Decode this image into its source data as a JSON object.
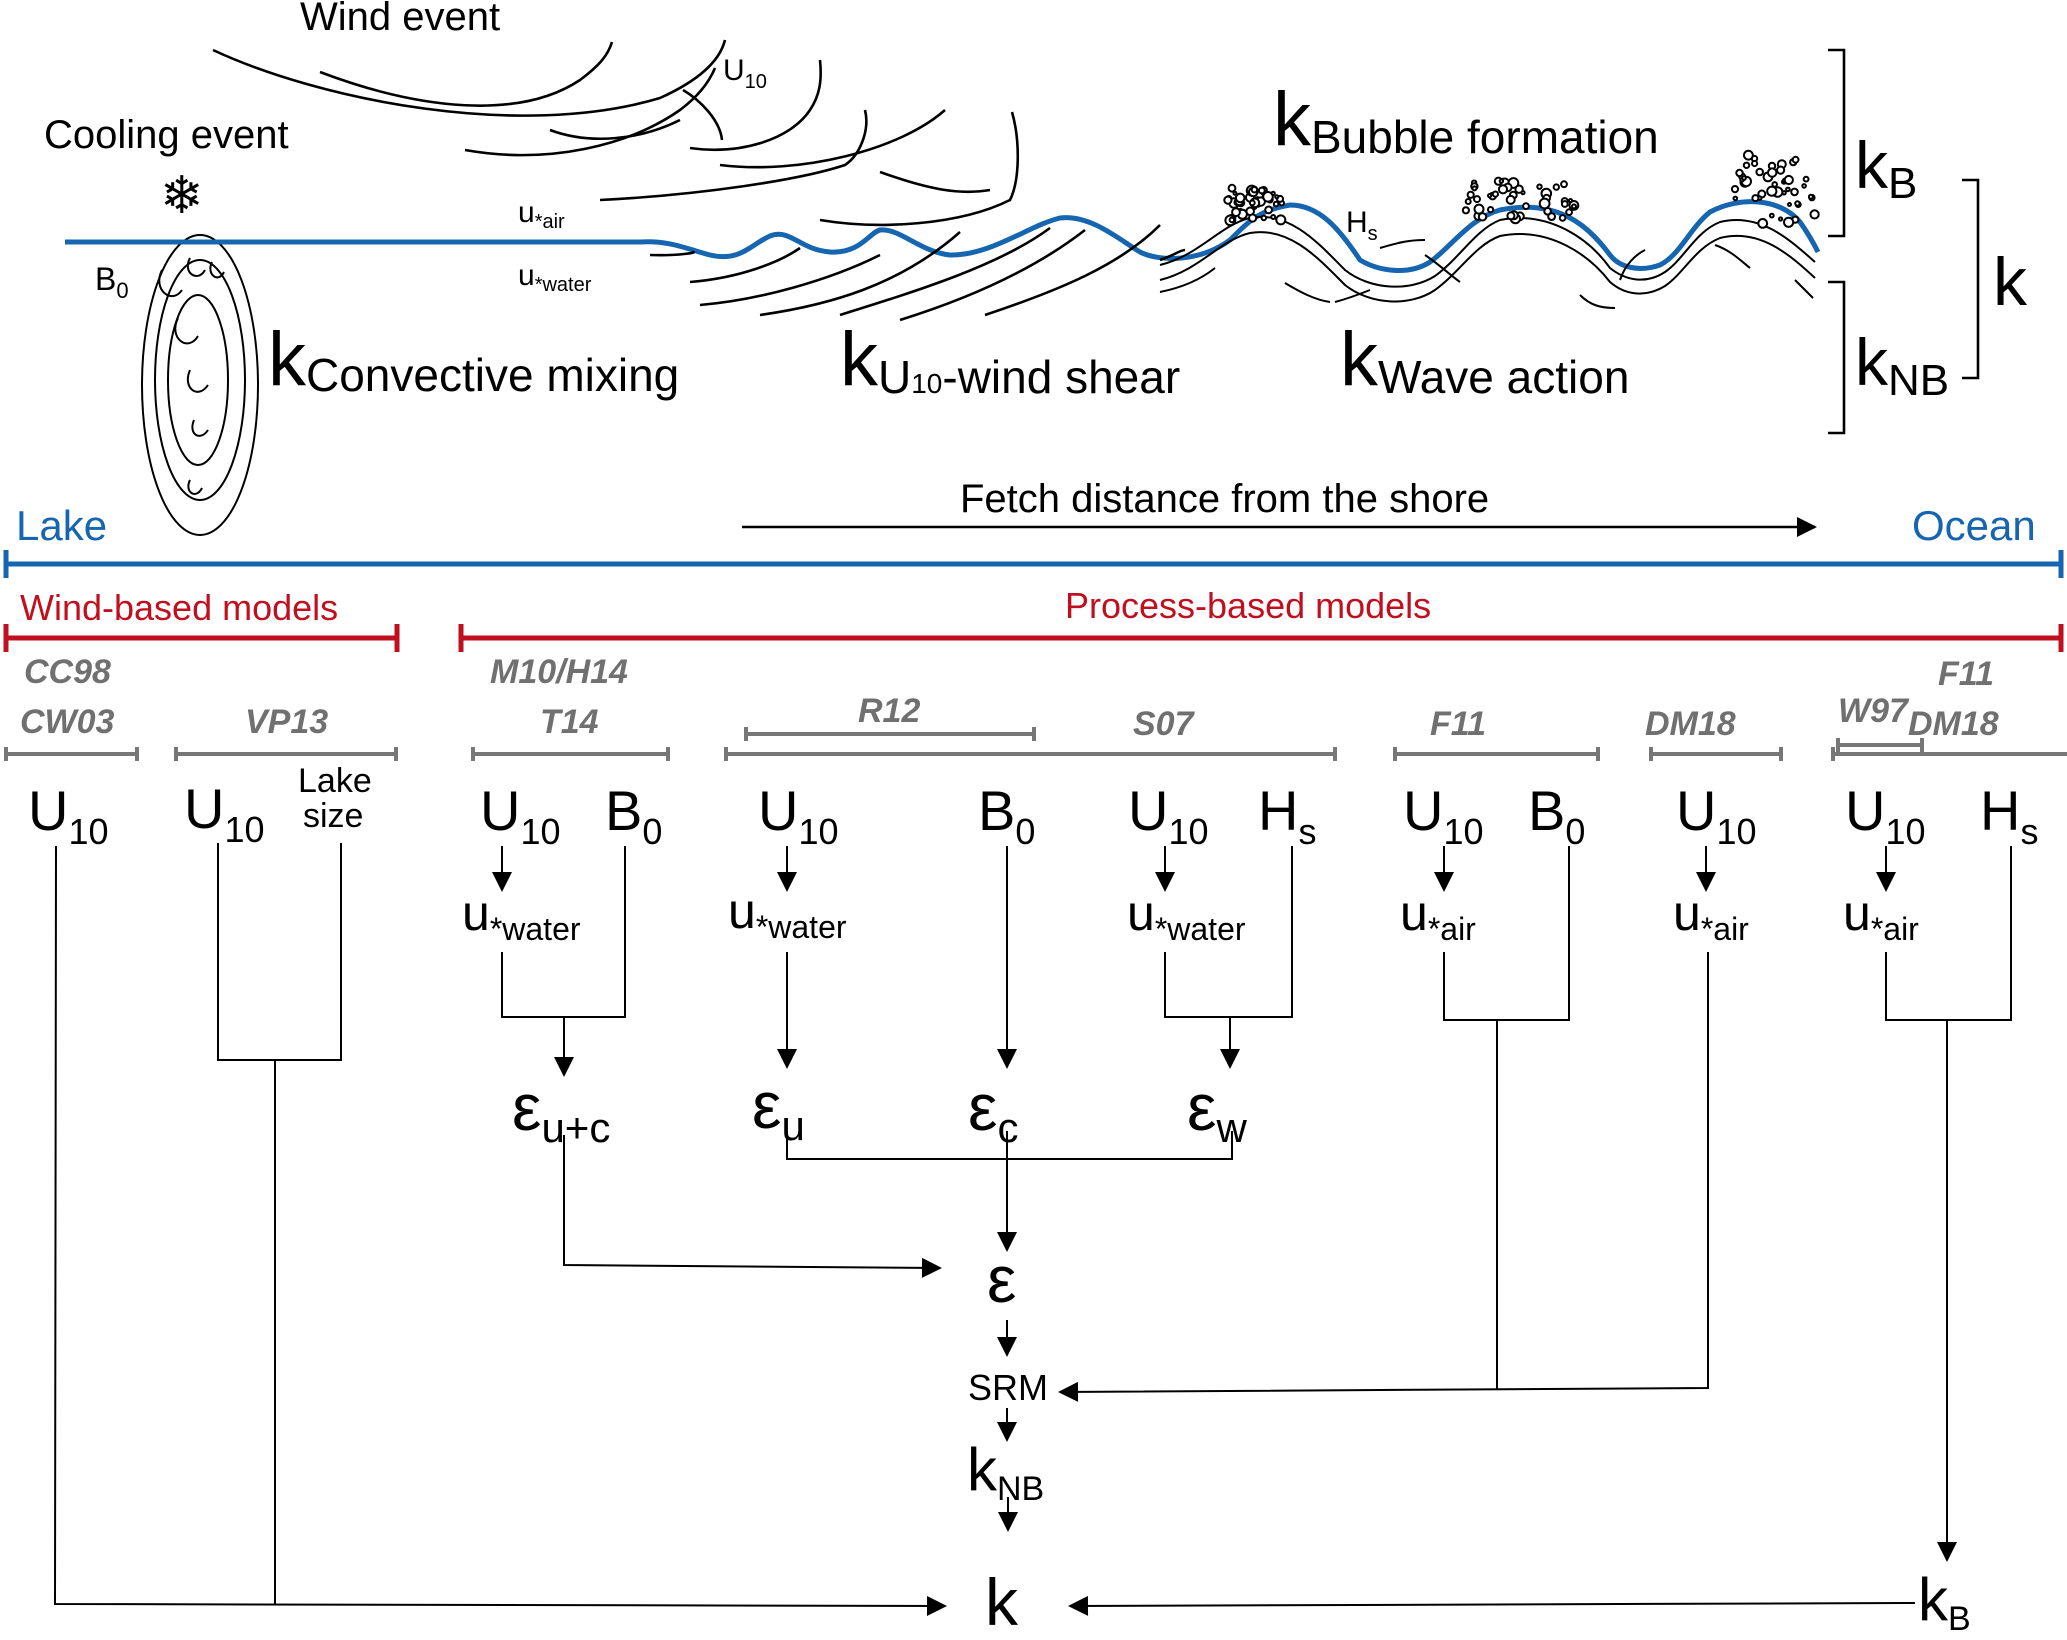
{
  "scene": {
    "wind_event": "Wind event",
    "cooling_event": "Cooling event",
    "u10_label": {
      "main": "U",
      "sub": "10"
    },
    "u_air": {
      "main": "u",
      "sub": "*air"
    },
    "u_water": {
      "main": "u",
      "sub": "*water"
    },
    "b0": {
      "main": "B",
      "sub": "0"
    },
    "hs": {
      "main": "H",
      "sub": "s"
    },
    "k_convective": {
      "main": "k",
      "sub": "Convective mixing"
    },
    "k_wind_shear": {
      "main": "k",
      "sub_a": "U",
      "sub_b": "10",
      "sub_c": "-wind shear"
    },
    "k_bubble": {
      "main": "k",
      "sub": "Bubble formation"
    },
    "k_wave": {
      "main": "k",
      "sub": "Wave action"
    },
    "bracket_kb": {
      "main": "k",
      "sub": "B"
    },
    "bracket_knb": {
      "main": "k",
      "sub": "NB"
    },
    "bracket_k": "k",
    "snowflake": "❄"
  },
  "axis": {
    "fetch_label": "Fetch distance from the shore",
    "lake": "Lake",
    "ocean": "Ocean",
    "colors": {
      "blue": "#1565b0",
      "red": "#c0101f",
      "gray": "#707070"
    }
  },
  "model_groups": {
    "wind_based": "Wind-based models",
    "process_based": "Process-based models"
  },
  "model_labels": {
    "cc98": "CC98",
    "cw03": "CW03",
    "vp13": "VP13",
    "m10_h14": "M10/H14",
    "t14": "T14",
    "r12": "R12",
    "s07": "S07",
    "f11_a": "F11",
    "dm18_a": "DM18",
    "w97": "W97",
    "f11_b": "F11",
    "dm18_b": "DM18"
  },
  "variables": {
    "u10": {
      "main": "U",
      "sub": "10"
    },
    "lake_size_1": "Lake",
    "lake_size_2": "size",
    "b0": {
      "main": "B",
      "sub": "0"
    },
    "hs": {
      "main": "H",
      "sub": "s"
    },
    "u_water": {
      "main": "u",
      "sub": "*water"
    },
    "u_air": {
      "main": "u",
      "sub": "*air"
    }
  },
  "flow": {
    "eps_uc": {
      "main": "ε",
      "sub": "u+c"
    },
    "eps_u": {
      "main": "ε",
      "sub": "u"
    },
    "eps_c": {
      "main": "ε",
      "sub": "c"
    },
    "eps_w": {
      "main": "ε",
      "sub": "w"
    },
    "eps": "ε",
    "srm": "SRM",
    "k_nb": {
      "main": "k",
      "sub": "NB"
    },
    "k": "k",
    "k_b": {
      "main": "k",
      "sub": "B"
    }
  }
}
